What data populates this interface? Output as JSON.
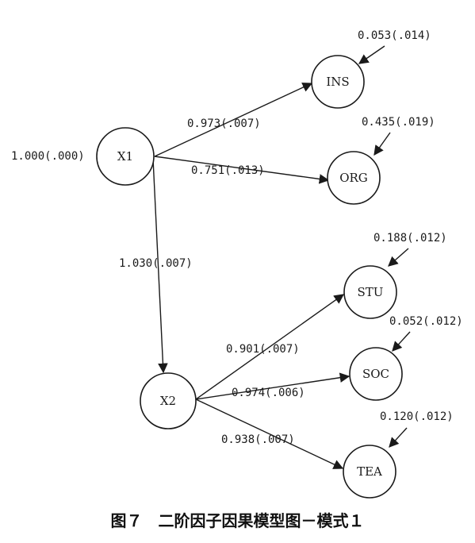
{
  "nodes": [
    {
      "id": "X1",
      "label": "X1"
    },
    {
      "id": "X2",
      "label": "X2"
    },
    {
      "id": "INS",
      "label": "INS"
    },
    {
      "id": "ORG",
      "label": "ORG"
    },
    {
      "id": "STU",
      "label": "STU"
    },
    {
      "id": "SOC",
      "label": "SOC"
    },
    {
      "id": "TEA",
      "label": "TEA"
    }
  ],
  "edges": [
    {
      "from": "X1",
      "to": "INS",
      "label": "0.973(.007)"
    },
    {
      "from": "X1",
      "to": "ORG",
      "label": "0.751(.013)"
    },
    {
      "from": "X1",
      "to": "X2",
      "label": "1.030(.007)"
    },
    {
      "from": "X2",
      "to": "STU",
      "label": "0.901(.007)"
    },
    {
      "from": "X2",
      "to": "SOC",
      "label": "0.974(.006)"
    },
    {
      "from": "X2",
      "to": "TEA",
      "label": "0.938(.007)"
    }
  ],
  "errors": [
    {
      "node": "X1",
      "label": "1.000(.000)"
    },
    {
      "node": "INS",
      "label": "0.053(.014)"
    },
    {
      "node": "ORG",
      "label": "0.435(.019)"
    },
    {
      "node": "STU",
      "label": "0.188(.012)"
    },
    {
      "node": "SOC",
      "label": "0.052(.012)"
    },
    {
      "node": "TEA",
      "label": "0.120(.012)"
    }
  ],
  "caption": "图７　二阶因子因果模型图－模式１"
}
